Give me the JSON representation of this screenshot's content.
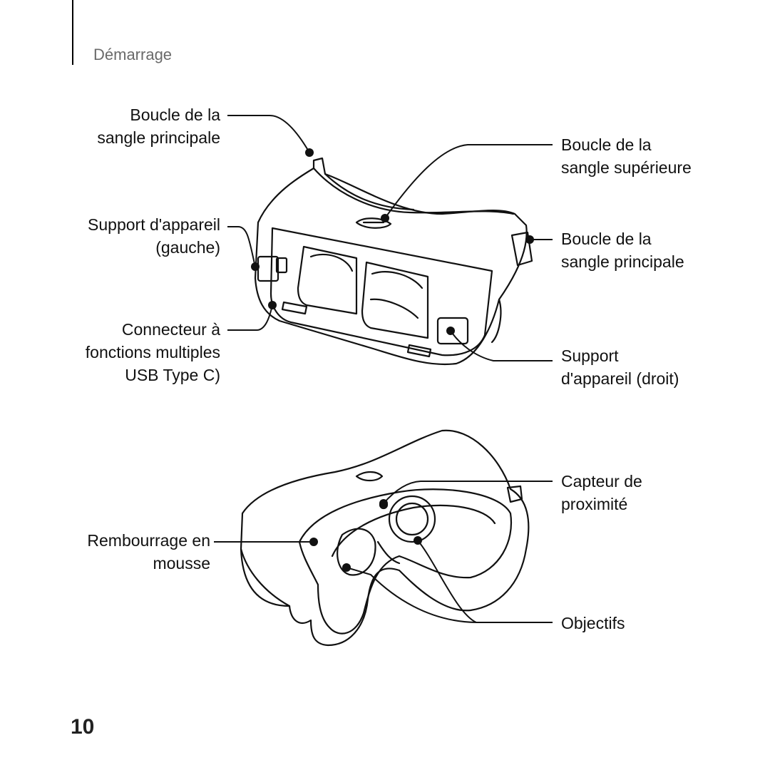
{
  "header": {
    "section_title": "Démarrage"
  },
  "page_number": "10",
  "figure_top": {
    "labels": {
      "main_strap_left": [
        "Boucle de la",
        "sangle principale"
      ],
      "device_holder_left": [
        "Support d'appareil",
        "(gauche)"
      ],
      "usb_connector": [
        "Connecteur à",
        "fonctions multiples",
        "USB Type C)"
      ],
      "top_strap": [
        "Boucle de la",
        "sangle supérieure"
      ],
      "main_strap_right": [
        "Boucle de la",
        "sangle principale"
      ],
      "device_holder_right": [
        "Support",
        "d'appareil (droit)"
      ]
    }
  },
  "figure_bottom": {
    "labels": {
      "foam_padding": [
        "Rembourrage en",
        "mousse"
      ],
      "proximity_sensor": [
        "Capteur de",
        "proximité"
      ],
      "lenses": [
        "Objectifs"
      ]
    }
  }
}
